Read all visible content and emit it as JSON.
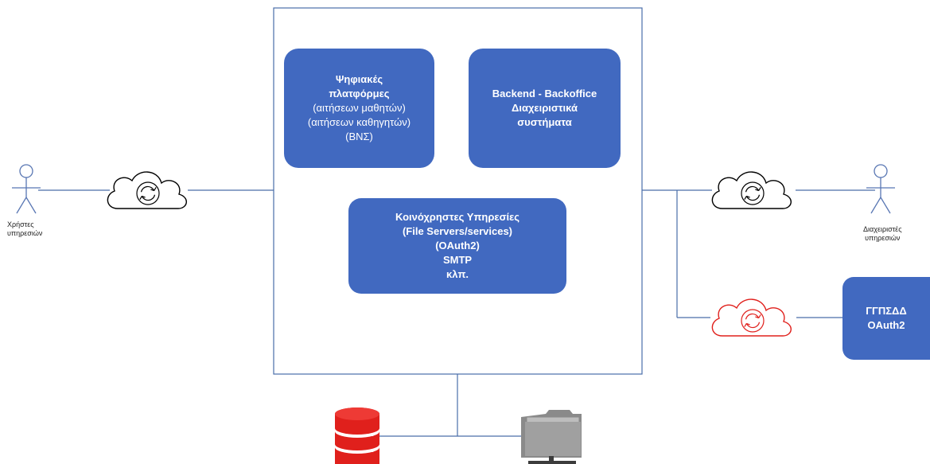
{
  "boxes": {
    "platforms": {
      "title1": "Ψηφιακές",
      "title2": "πλατφόρμες",
      "line1": "(αιτήσεων μαθητών)",
      "line2": "(αιτήσεων καθηγητών)",
      "line3": "(ΒΝΣ)"
    },
    "backend": {
      "line1": "Backend - Backoffice",
      "line2": "Διαχειριστικά",
      "line3": "συστήματα"
    },
    "shared": {
      "line1": "Κοινόχρηστες Υπηρεσίες",
      "line2": "(File Servers/services)",
      "line3": "(OAuth2)",
      "line4": "SMTP",
      "line5": "κλπ."
    },
    "gsis": {
      "line1": "ΓΓΠΣΔΔ",
      "line2": "OAuth2"
    }
  },
  "actors": {
    "users": {
      "line1": "Χρήστες",
      "line2": "υπηρεσιών"
    },
    "admins": {
      "line1": "Διαχειριστές",
      "line2": "υπηρεσιών"
    }
  },
  "icons": {
    "clouds": [
      "cloud-sync-icon",
      "cloud-sync-icon",
      "cloud-sync-icon"
    ],
    "database": "database-icon",
    "file_server": "file-server-icon"
  },
  "colors": {
    "box_fill": "#4169c0",
    "connector": "#4a6ea9",
    "cloud_default": "#000000",
    "cloud_external": "#e0201c",
    "database": "#e0201c",
    "file_server": "#7f7f7f"
  }
}
